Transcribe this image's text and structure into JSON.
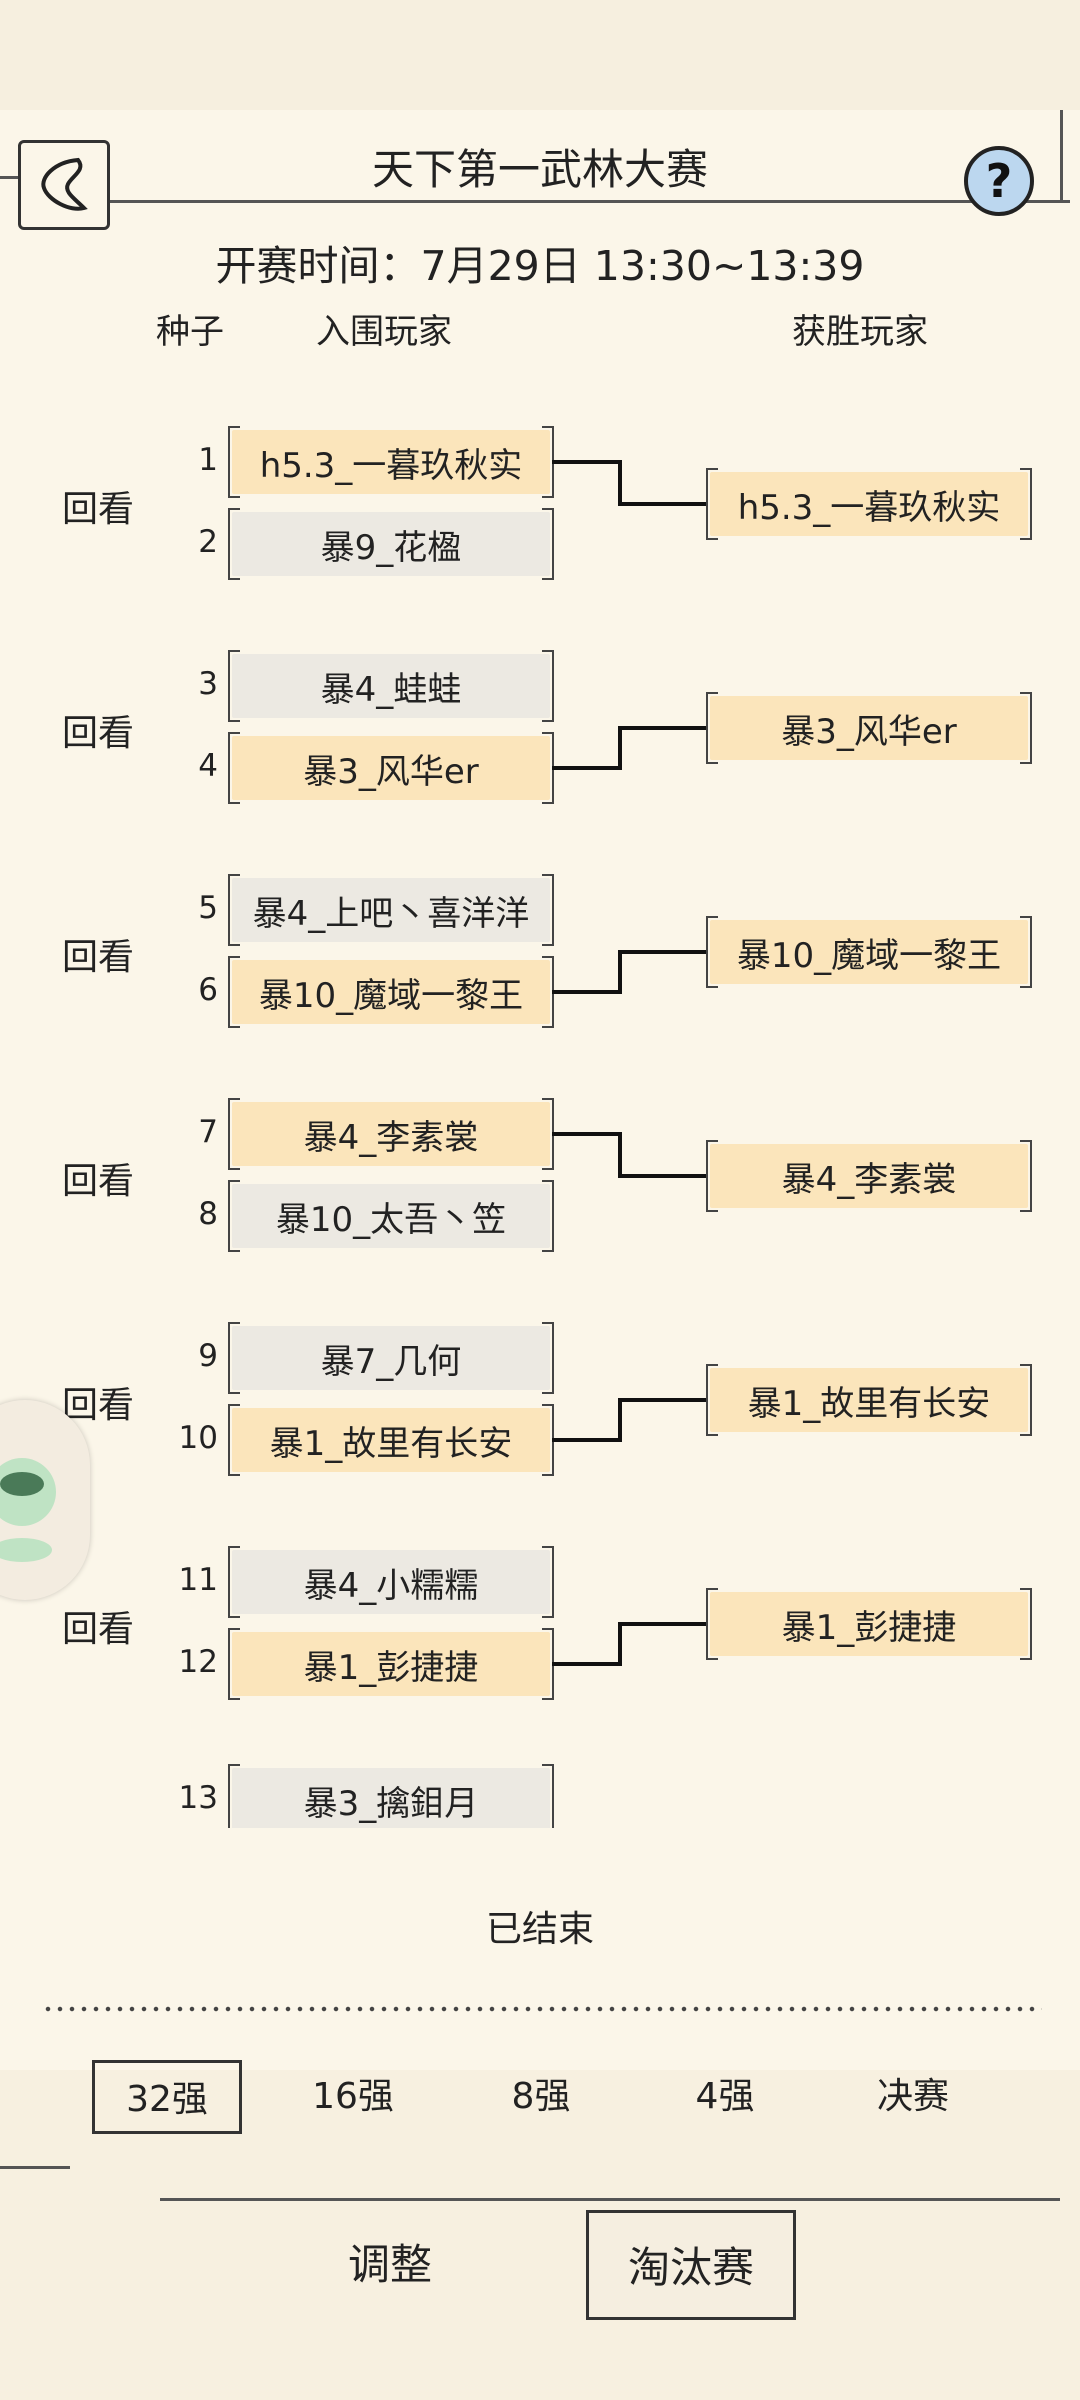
{
  "header": {
    "title": "天下第一武林大赛",
    "start_time": "开赛时间：7月29日  13:30~13:39",
    "col_seed": "种子",
    "col_qualified": "入围玩家",
    "col_winner": "获胜玩家",
    "help_label": "?"
  },
  "matches": [
    {
      "seed_a": "1",
      "player_a": "h5.3_一暮玖秋实",
      "seed_b": "2",
      "player_b": "暴9_花楹",
      "winner": "h5.3_一暮玖秋实",
      "winner_slot": "a",
      "replay": "回看"
    },
    {
      "seed_a": "3",
      "player_a": "暴4_蛙蛙",
      "seed_b": "4",
      "player_b": "暴3_风华er",
      "winner": "暴3_风华er",
      "winner_slot": "b",
      "replay": "回看"
    },
    {
      "seed_a": "5",
      "player_a": "暴4_上吧丶喜洋洋",
      "seed_b": "6",
      "player_b": "暴10_魔域一黎王",
      "winner": "暴10_魔域一黎王",
      "winner_slot": "b",
      "replay": "回看"
    },
    {
      "seed_a": "7",
      "player_a": "暴4_李素裳",
      "seed_b": "8",
      "player_b": "暴10_太吾丶笠",
      "winner": "暴4_李素裳",
      "winner_slot": "a",
      "replay": "回看"
    },
    {
      "seed_a": "9",
      "player_a": "暴7_几何",
      "seed_b": "10",
      "player_b": "暴1_故里有长安",
      "winner": "暴1_故里有长安",
      "winner_slot": "b",
      "replay": "回看"
    },
    {
      "seed_a": "11",
      "player_a": "暴4_小糯糯",
      "seed_b": "12",
      "player_b": "暴1_彭捷捷",
      "winner": "暴1_彭捷捷",
      "winner_slot": "b",
      "replay": "回看"
    }
  ],
  "partial": {
    "seed": "13",
    "player": "暴3_擒鉬月"
  },
  "status": "已结束",
  "tabs": [
    {
      "label": "32强",
      "active": true
    },
    {
      "label": "16强",
      "active": false
    },
    {
      "label": "8强",
      "active": false
    },
    {
      "label": "4强",
      "active": false
    },
    {
      "label": "决赛",
      "active": false
    }
  ],
  "bottom_buttons": [
    {
      "label": "调整",
      "active": false
    },
    {
      "label": "淘汰赛",
      "active": true
    }
  ],
  "colors": {
    "winner_bg": "#fbe5bb",
    "loser_bg": "#ece9e2",
    "panel_bg": "#fbf6e9",
    "help_bg": "#bcd7ef"
  }
}
